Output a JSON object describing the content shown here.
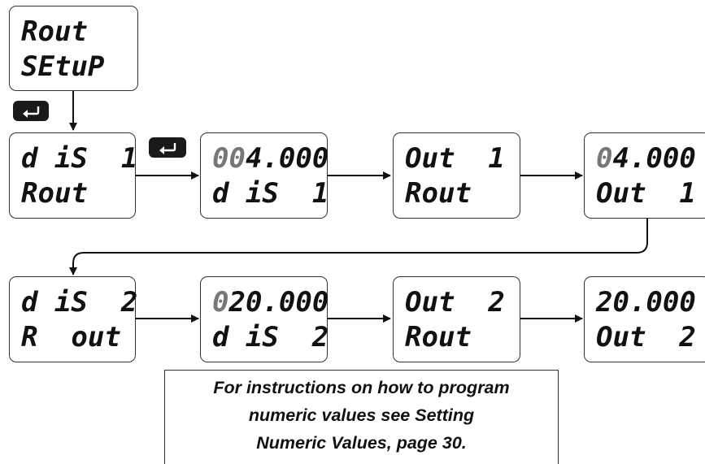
{
  "screens": [
    {
      "top": "Rout",
      "bottom": "SEtuP"
    },
    {
      "top": "d iS  1",
      "bottom": "Rout"
    },
    {
      "top_dim": "00",
      "top": "4.000",
      "bottom": "d iS  1"
    },
    {
      "top": "Out  1",
      "bottom": "Rout"
    },
    {
      "top_dim": "0",
      "top": "4.000",
      "bottom": "Out  1"
    },
    {
      "top": "d iS  2",
      "bottom": "R  out"
    },
    {
      "top_dim": "0",
      "top": "20.000",
      "bottom": "d iS  2"
    },
    {
      "top": "Out  2",
      "bottom": "Rout"
    },
    {
      "top_dim": "",
      "top": "20.000",
      "bottom": "Out  2"
    }
  ],
  "enter_key_icon": "enter-return-icon",
  "note": {
    "line1": "For instructions on how to program",
    "line2": "numeric values see Setting",
    "line3": "Numeric Values, page 30."
  },
  "colors": {
    "border": "#333333",
    "text": "#111111",
    "dim_digit": "#777777",
    "key_fill": "#1a1a1a"
  }
}
